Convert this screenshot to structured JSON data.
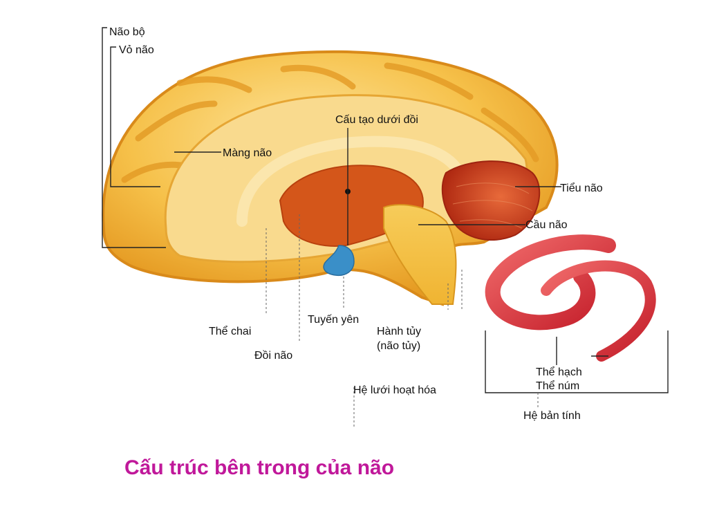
{
  "caption": "Cấu trúc bên trong của não",
  "labels": {
    "nao_bo": "Não bộ",
    "vo_nao": "Vỏ não",
    "cau_tao_duoi_doi": "Cấu tạo dưới đồi",
    "mang_nao": "Màng não",
    "tieu_nao": "Tiểu não",
    "cau_nao": "Cầu não",
    "tuyen_yen": "Tuyến yên",
    "the_chai": "Thể chai",
    "hanh_tuy": "Hành tủy",
    "nao_tuy": "(não tủy)",
    "doi_nao": "Đồi não",
    "he_luoi_hoat_hoa": "Hệ lưới hoạt hóa",
    "the_hach": "Thể hạch",
    "the_num": "Thể núm",
    "he_ban_tinh": "Hệ bản tính"
  },
  "colors": {
    "caption": "#c0189a",
    "cortex_outer": "#f2b42a",
    "cortex_inner": "#fbd576",
    "brain_edge": "#d98a1a",
    "white_matter": "#f7d68a",
    "thalamus": "#d4561a",
    "cerebellum": "#c8401c",
    "stem": "#f4c24a",
    "pituitary": "#3a8fc8",
    "limbic": "#e0343c"
  }
}
